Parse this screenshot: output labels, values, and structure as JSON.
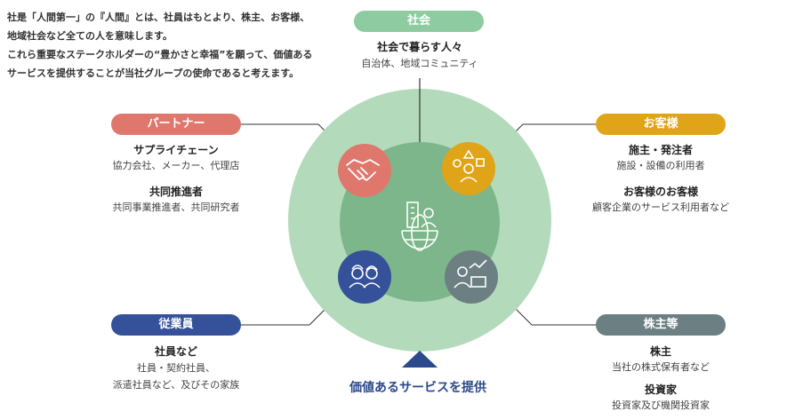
{
  "intro": {
    "lines": [
      "社是「人間第一」の『人間』とは、社員はもとより、株主、お客様、",
      "地域社会など全ての人を意味します。",
      "これら重要なステークホルダーの“豊かさと幸福”を願って、価値ある",
      "サービスを提供することが当社グループの使命であると考えます。"
    ]
  },
  "stakeholders": {
    "society": {
      "label": "社会",
      "color": "#8ecba0",
      "groups": [
        {
          "title": "社会で暮らす人々",
          "sub": "自治体、地域コミュニティ"
        }
      ]
    },
    "partner": {
      "label": "パートナー",
      "color": "#e0776d",
      "groups": [
        {
          "title": "サプライチェーン",
          "sub": "協力会社、メーカー、代理店"
        },
        {
          "title": "共同推進者",
          "sub": "共同事業推進者、共同研究者"
        }
      ]
    },
    "customer": {
      "label": "お客様",
      "color": "#e0a419",
      "groups": [
        {
          "title": "施主・発注者",
          "sub": "施設・設備の利用者"
        },
        {
          "title": "お客様のお客様",
          "sub": "顧客企業のサービス利用者など"
        }
      ]
    },
    "employee": {
      "label": "従業員",
      "color": "#34519a",
      "groups": [
        {
          "title": "社員など",
          "sub1": "社員・契約社員、",
          "sub2": "派遣社員など、及びその家族"
        }
      ]
    },
    "shareholder": {
      "label": "株主等",
      "color": "#6c7f82",
      "groups": [
        {
          "title": "株主",
          "sub": "当社の株式保有者など"
        },
        {
          "title": "投資家",
          "sub": "投資家及び機関投資家"
        }
      ]
    }
  },
  "center": {
    "caption": "価値あるサービスを提供"
  },
  "colors": {
    "outer_circle": "#b3dbbb",
    "inner_circle": "#7db68a",
    "arrow": "#2b4a8b",
    "line": "#333333"
  },
  "icons": [
    "handshake-icon",
    "people-shapes-icon",
    "employees-headset-icon",
    "analyst-chart-icon",
    "globe-building-icon"
  ]
}
